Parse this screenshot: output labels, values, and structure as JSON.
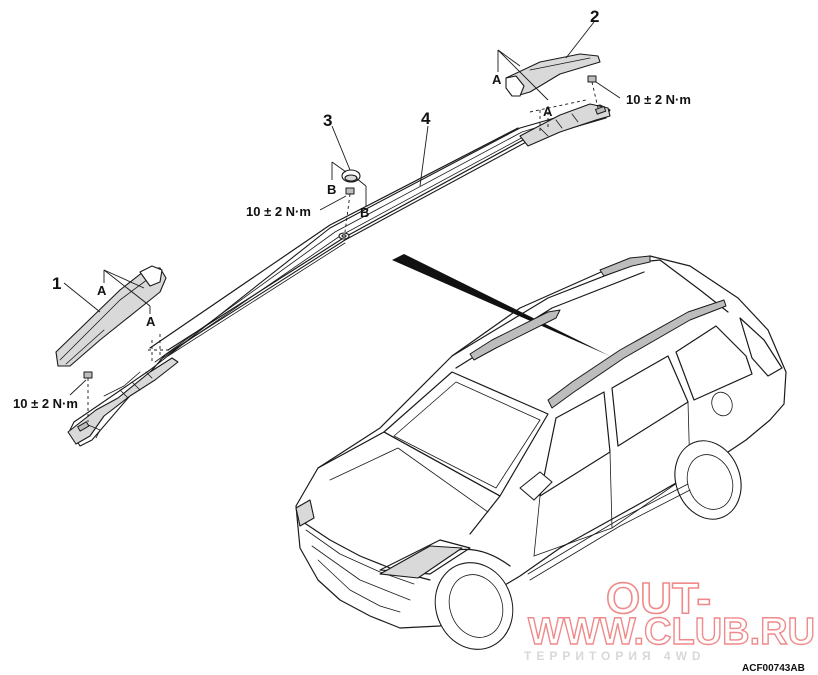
{
  "callouts": {
    "part_1": "1",
    "part_2": "2",
    "part_3": "3",
    "part_4": "4"
  },
  "letters": {
    "a": "A",
    "b": "B"
  },
  "torque": {
    "left": "10 ± 2 N·m",
    "middle": "10 ± 2 N·m",
    "right": "10 ± 2 N·m"
  },
  "figure_code": "ACF00743AB",
  "watermark": {
    "line1": "OUT-",
    "line2": "WWW.CLUB.RU",
    "line3": "ТЕРРИТОРИЯ 4WD",
    "color": "#f08a8a"
  }
}
